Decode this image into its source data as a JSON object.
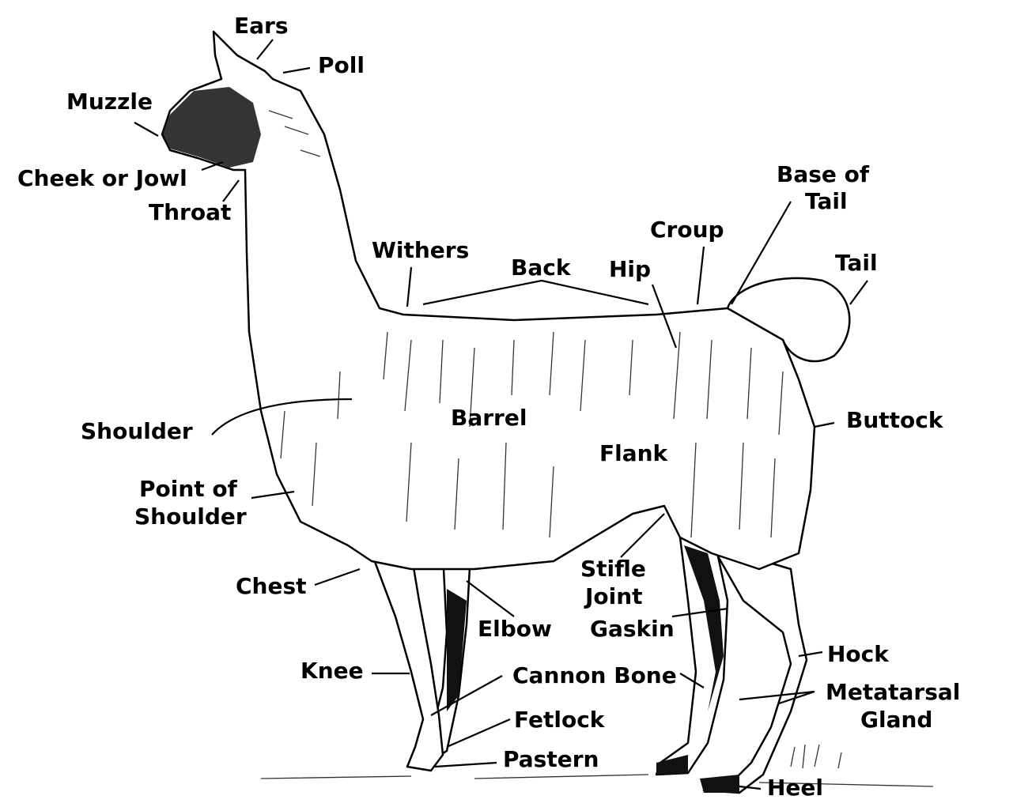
{
  "diagram": {
    "subject": "llama",
    "labels": {
      "ears": "Ears",
      "poll": "Poll",
      "muzzle": "Muzzle",
      "cheek": "Cheek or Jowl",
      "throat": "Throat",
      "withers": "Withers",
      "back": "Back",
      "hip": "Hip",
      "croup": "Croup",
      "base_of_tail_1": "Base of",
      "base_of_tail_2": "Tail",
      "tail": "Tail",
      "shoulder": "Shoulder",
      "barrel": "Barrel",
      "flank": "Flank",
      "buttock": "Buttock",
      "point_of_shoulder_1": "Point of",
      "point_of_shoulder_2": "Shoulder",
      "chest": "Chest",
      "stifle_1": "Stifle",
      "stifle_2": "Joint",
      "elbow": "Elbow",
      "gaskin": "Gaskin",
      "hock": "Hock",
      "knee": "Knee",
      "cannon_bone": "Cannon Bone",
      "metatarsal_1": "Metatarsal",
      "metatarsal_2": "Gland",
      "fetlock": "Fetlock",
      "pastern": "Pastern",
      "heel": "Heel"
    }
  }
}
